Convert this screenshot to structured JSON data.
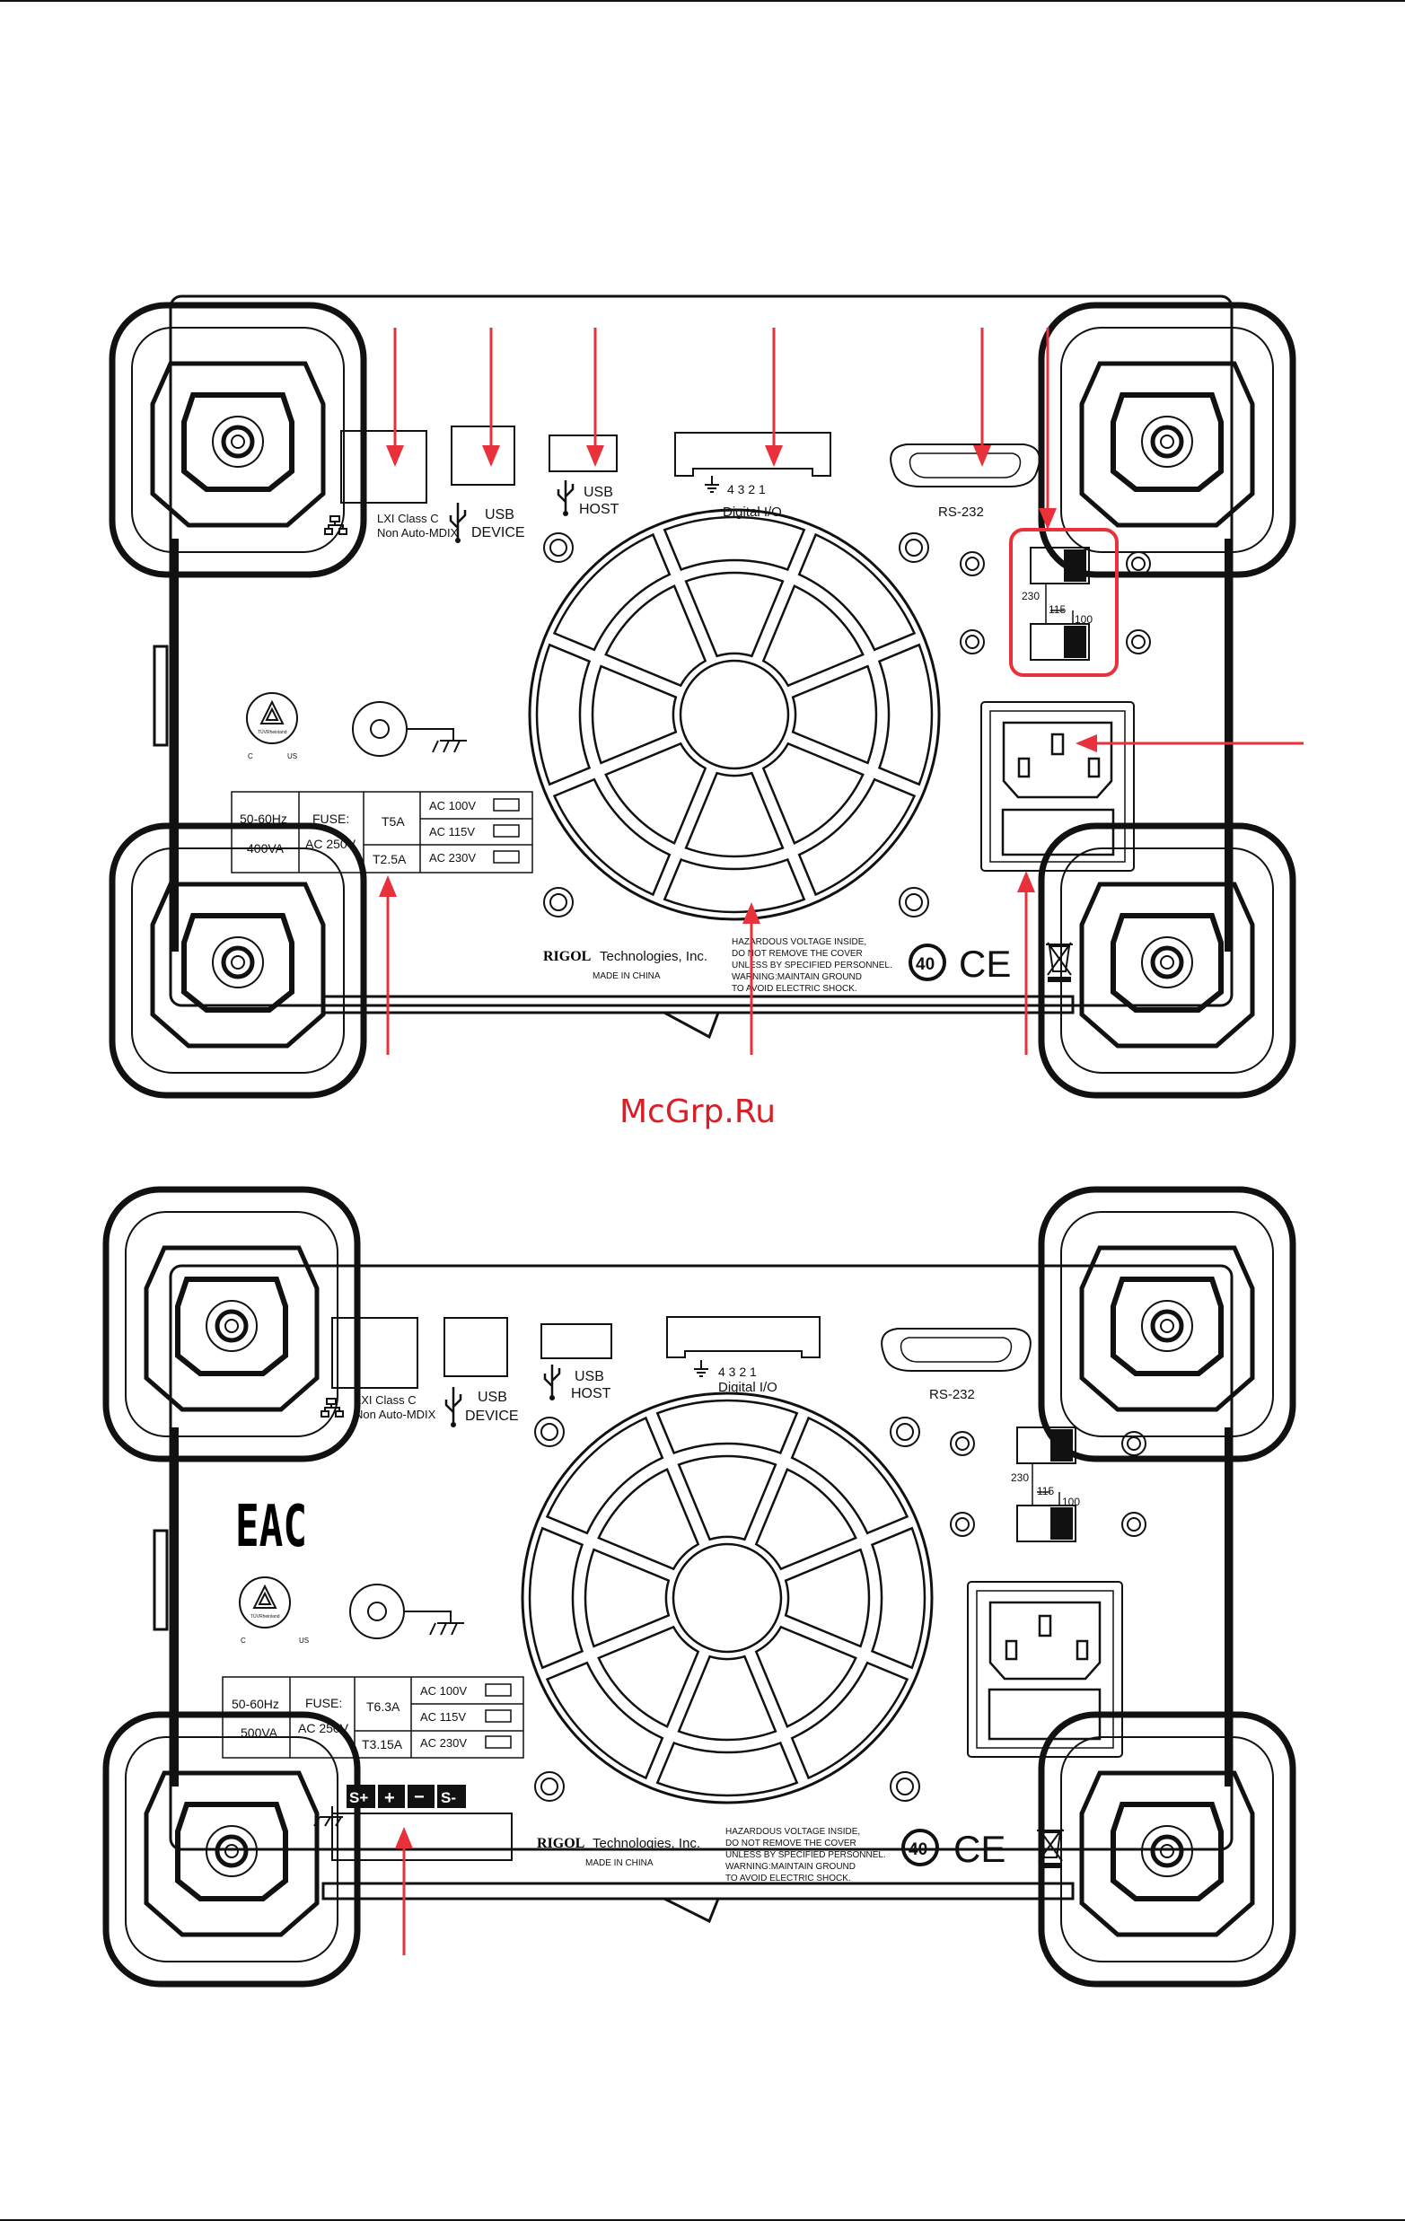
{
  "watermark": "McGrp.Ru",
  "panel_top": {
    "lan": {
      "line1": "LXI Class C",
      "line2": "Non Auto-MDIX"
    },
    "usb_device": {
      "line1": "USB",
      "line2": "DEVICE"
    },
    "usb_host": {
      "line1": "USB",
      "line2": "HOST"
    },
    "digital_io": {
      "pins": "4   3   2   1",
      "label": "Digital I/O"
    },
    "rs232": "RS-232",
    "selector": {
      "v230": "230",
      "v115": "115",
      "v100": "100"
    },
    "tuv": {
      "name": "TÜVRheinland",
      "c": "C",
      "us": "US"
    },
    "fuse_table": {
      "freq": "50-60Hz",
      "power": "400VA",
      "fuse_label": "FUSE:",
      "fuse_voltage": "AC 250V",
      "fuse_high": "T5A",
      "fuse_low": "T2.5A",
      "rows": [
        "AC  100V",
        "AC  115V",
        "AC  230V"
      ]
    },
    "brand": "RIGOL",
    "brand_suffix": "Technologies, Inc.",
    "made_in": "MADE IN CHINA",
    "warning": [
      "HAZARDOUS VOLTAGE INSIDE,",
      "DO NOT REMOVE THE COVER",
      "UNLESS BY SPECIFIED PERSONNEL.",
      "WARNING:MAINTAIN GROUND",
      "TO AVOID ELECTRIC SHOCK."
    ],
    "rohs": "40",
    "ce": "CE"
  },
  "panel_bottom": {
    "eac": "EAC",
    "lan": {
      "line1": "LXI Class C",
      "line2": "Non Auto-MDIX"
    },
    "usb_device": {
      "line1": "USB",
      "line2": "DEVICE"
    },
    "usb_host": {
      "line1": "USB",
      "line2": "HOST"
    },
    "digital_io": {
      "pins": "4   3   2   1",
      "label": "Digital I/O"
    },
    "rs232": "RS-232",
    "selector": {
      "v230": "230",
      "v115": "115",
      "v100": "100"
    },
    "tuv": {
      "name": "TÜVRheinland",
      "c": "C",
      "us": "US"
    },
    "fuse_table": {
      "freq": "50-60Hz",
      "power": "500VA",
      "fuse_label": "FUSE:",
      "fuse_voltage": "AC 250V",
      "fuse_high": "T6.3A",
      "fuse_low": "T3.15A",
      "rows": [
        "AC  100V",
        "AC  115V",
        "AC  230V"
      ]
    },
    "sense_terminals": [
      "S+",
      "+",
      "−",
      "S-"
    ],
    "brand": "RIGOL",
    "brand_suffix": "Technologies, Inc.",
    "made_in": "MADE IN CHINA",
    "warning": [
      "HAZARDOUS VOLTAGE INSIDE,",
      "DO NOT REMOVE THE COVER",
      "UNLESS BY SPECIFIED PERSONNEL.",
      "WARNING:MAINTAIN GROUND",
      "TO AVOID ELECTRIC SHOCK."
    ],
    "rohs": "40",
    "ce": "CE"
  },
  "colors": {
    "callout": "#e8313a",
    "line": "#111111",
    "watermark": "#d81f26"
  }
}
